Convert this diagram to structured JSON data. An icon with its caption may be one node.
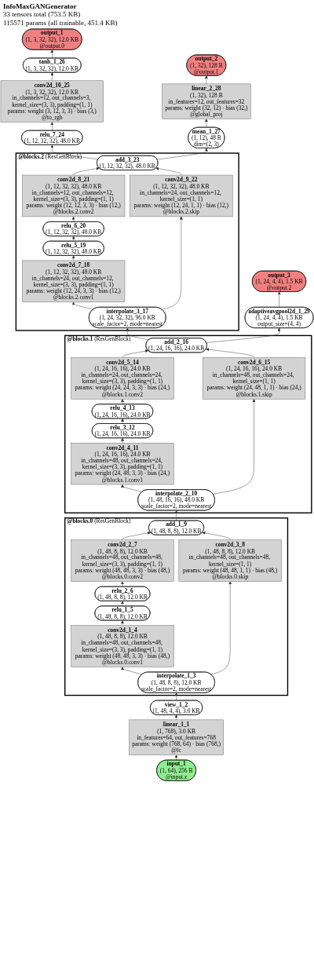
{
  "diagram": {
    "title": "InfoMaxGANGenerator",
    "nodes": [
      {
        "text": [
          "output_3",
          "(1, 24, 4, 4), 1.5 KB",
          "@output.2"
        ]
      },
      {
        "text": [
          "output_1",
          "(1, 3, 32, 32), 12.0 KB",
          "@output.0"
        ]
      },
      {
        "text": [
          "adaptiveavgpool2d_1_29",
          "(1, 24, 4, 4), 1.5 KB",
          "output_size=(4, 4)"
        ]
      },
      {
        "text": [
          "tanh_1_26",
          "(1, 3, 32, 32), 12.0 KB"
        ]
      },
      {
        "text": [
          "output_2",
          "(1, 32), 128 B",
          "@output.1"
        ]
      },
      {
        "text": [
          "conv2d_10_25",
          "(1, 3, 32, 32), 12.0 KB",
          "in_channels=12, out_channels=3, kernel_size=(3, 3), padding=(1, 1)",
          "params: weight (3, 12, 3, 3) · bias (3,)",
          "@to_rgb"
        ]
      },
      {
        "text": [
          "linear_2_28",
          "(1, 32), 128 B",
          "in_features=12, out_features=32",
          "params: weight (32, 12) · bias (32,)",
          "@global_proj"
        ]
      },
      {
        "text": [
          "relu_7_24",
          "(1, 12, 32, 32), 48.0 KB"
        ]
      },
      {
        "text": [
          "mean_1_27",
          "(1, 12), 48 B",
          "dim=(2, 3)"
        ]
      },
      {
        "text": [
          "@blocks.2",
          "(ResGenBlock)"
        ]
      },
      {
        "text": [
          "add_3_23",
          "(1, 12, 32, 32), 48.0 KB"
        ],
        "in": 9
      },
      {
        "text": [
          "conv2d_8_21",
          "(1, 12, 32, 32), 48.0 KB",
          "in_channels=12, out_channels=12, kernel_size=(3, 3), padding=(1, 1)",
          "params: weight (12, 12, 3, 3) · bias (12,)",
          "@blocks.2.conv2"
        ],
        "in": 9
      },
      {
        "text": [
          "relu_6_20",
          "(1, 12, 32, 32), 48.0 KB"
        ],
        "in": 9
      },
      {
        "text": [
          "relu_5_19",
          "(1, 12, 32, 32), 48.0 KB"
        ],
        "in": 9
      },
      {
        "text": [
          "conv2d_7_18",
          "(1, 12, 32, 32), 48.0 KB",
          "in_channels=24, out_channels=12, kernel_size=(3, 3), padding=(1, 1)",
          "params: weight (12, 24, 3, 3) · bias (12,)",
          "@blocks.2.conv1"
        ],
        "in": 9
      },
      {
        "text": [
          "conv2d_9_22",
          "(1, 12, 32, 32), 48.0 KB",
          "in_channels=24, out_channels=12, kernel_size=(1, 1)",
          "params: weight (12, 24, 1, 1) · bias (12,)",
          "@blocks.2.skip"
        ],
        "in": 9
      },
      {
        "text": [
          "interpolate_3_17",
          "(1, 24, 32, 32), 96.0 KB",
          "scale_factor=2, mode=nearest"
        ],
        "in": 9
      },
      {
        "text": [
          "@blocks.1",
          "(ResGenBlock)"
        ]
      },
      {
        "text": [
          "add_2_16",
          "(1, 24, 16, 16), 24.0 KB"
        ],
        "in": 17
      },
      {
        "text": [
          "conv2d_5_14",
          "(1, 24, 16, 16), 24.0 KB",
          "in_channels=24, out_channels=24, kernel_size=(3, 3), padding=(1, 1)",
          "params: weight (24, 24, 3, 3) · bias (24,)",
          "@blocks.1.conv2"
        ],
        "in": 17
      },
      {
        "text": [
          "relu_4_13",
          "(1, 24, 16, 16), 24.0 KB"
        ],
        "in": 17
      },
      {
        "text": [
          "relu_3_12",
          "(1, 24, 16, 16), 24.0 KB"
        ],
        "in": 17
      },
      {
        "text": [
          "conv2d_4_11",
          "(1, 24, 16, 16), 24.0 KB",
          "in_channels=48, out_channels=24, kernel_size=(3, 3), padding=(1, 1)",
          "params: weight (24, 48, 3, 3) · bias (24,)",
          "@blocks.1.conv1"
        ],
        "in": 17
      },
      {
        "text": [
          "conv2d_6_15",
          "(1, 24, 16, 16), 24.0 KB",
          "in_channels=48, out_channels=24, kernel_size=(1, 1)",
          "params: weight (24, 48, 1, 1) · bias (24,)",
          "@blocks.1.skip"
        ],
        "in": 17
      },
      {
        "text": [
          "interpolate_2_10",
          "(1, 48, 16, 16), 48.0 KB",
          "scale_factor=2, mode=nearest"
        ],
        "in": 17
      },
      {
        "text": [
          "@blocks.0",
          "(ResGenBlock)"
        ]
      },
      {
        "text": [
          "add_1_9",
          "(1, 48, 8, 8), 12.0 KB"
        ],
        "in": 25
      },
      {
        "text": [
          "conv2d_2_7",
          "(1, 48, 8, 8), 12.0 KB",
          "in_channels=48, out_channels=48, kernel_size=(3, 3), padding=(1, 1)",
          "params: weight (48, 48, 3, 3) · bias (48,)",
          "@blocks.0.conv2"
        ],
        "in": 25
      },
      {
        "text": [
          "relu_2_6",
          "(1, 48, 8, 8), 12.0 KB"
        ],
        "in": 25
      },
      {
        "text": [
          "relu_1_5",
          "(1, 48, 8, 8), 12.0 KB"
        ],
        "in": 25
      },
      {
        "text": [
          "conv2d_1_4",
          "(1, 48, 8, 8), 12.0 KB",
          "in_channels=48, out_channels=48, kernel_size=(3, 3), padding=(1, 1)",
          "params: weight (48, 48, 3, 3) · bias (48,)",
          "@blocks.0.conv1"
        ],
        "in": 25
      },
      {
        "text": [
          "conv2d_3_8",
          "(1, 48, 8, 8), 12.0 KB",
          "in_channels=48, out_channels=48, kernel_size=(1, 1)",
          "params: weight (48, 48, 1, 1) · bias (48,)",
          "@blocks.0.skip"
        ],
        "in": 25
      },
      {
        "text": [
          "interpolate_1_3",
          "(1, 48, 8, 8), 12.0 KB",
          "scale_factor=2, mode=nearest"
        ],
        "in": 25
      },
      {
        "text": [
          "view_1_2",
          "(1, 48, 4, 4), 3.0 KB"
        ]
      },
      {
        "text": [
          "linear_1_1",
          "(1, 768), 3.0 KB",
          "in_features=64, out_features=768",
          "params: weight (768, 64) · bias (768,)",
          "@fc"
        ]
      },
      {
        "text": [
          "input_1",
          "(1, 64), 256 B",
          "@input.z"
        ]
      }
    ],
    "edges": [
      {
        "from": 35,
        "to": 34,
        "arrow": "to"
      },
      {
        "from": 34,
        "to": 33,
        "arrow": "to"
      },
      {
        "from": 33,
        "to": 32,
        "arrow": "to"
      },
      {
        "from": 32,
        "to": 30,
        "arrow": "to"
      },
      {
        "from": 32,
        "to": 31,
        "arrow": "to"
      },
      {
        "from": 30,
        "to": 29,
        "arrow": "to"
      },
      {
        "from": 29,
        "to": 28,
        "arrow": "to"
      },
      {
        "from": 28,
        "to": 27,
        "arrow": "to"
      },
      {
        "from": 27,
        "to": 26,
        "arrow": "to"
      },
      {
        "from": 31,
        "to": 26,
        "arrow": "to"
      },
      {
        "from": 26,
        "to": 24,
        "arrow": "to"
      },
      {
        "from": 24,
        "to": 22,
        "arrow": "to"
      },
      {
        "from": 24,
        "to": 23,
        "arrow": "to"
      },
      {
        "from": 22,
        "to": 21,
        "arrow": "to"
      },
      {
        "from": 21,
        "to": 20,
        "arrow": "to"
      },
      {
        "from": 20,
        "to": 19,
        "arrow": "to"
      },
      {
        "from": 19,
        "to": 18,
        "arrow": "to"
      },
      {
        "from": 23,
        "to": 18,
        "arrow": "to"
      },
      {
        "from": 18,
        "to": 16,
        "arrow": "to"
      },
      {
        "from": 18,
        "to": 2,
        "arrow": "to"
      },
      {
        "from": 16,
        "to": 14,
        "arrow": "to"
      },
      {
        "from": 16,
        "to": 15,
        "arrow": "to"
      },
      {
        "from": 14,
        "to": 13,
        "arrow": "to"
      },
      {
        "from": 13,
        "to": 12,
        "arrow": "to"
      },
      {
        "from": 12,
        "to": 11,
        "arrow": "to"
      },
      {
        "from": 11,
        "to": 10,
        "arrow": "to"
      },
      {
        "from": 15,
        "to": 10,
        "arrow": "to"
      },
      {
        "from": 10,
        "to": 7,
        "arrow": "to"
      },
      {
        "from": 10,
        "to": 8,
        "arrow": "to"
      },
      {
        "from": 7,
        "to": 5,
        "arrow": "to"
      },
      {
        "from": 5,
        "to": 3,
        "arrow": "to"
      },
      {
        "from": 3,
        "to": 1,
        "arrow": "to"
      },
      {
        "from": 8,
        "to": 6,
        "arrow": "to"
      },
      {
        "from": 6,
        "to": 4,
        "arrow": "to"
      },
      {
        "from": 2,
        "to": 0,
        "arrow": "to"
      }
    ],
    "labels": [
      "33 tensors total (753.5 KB)",
      "115571 params (all trainable, 451.4 KB)"
    ]
  }
}
